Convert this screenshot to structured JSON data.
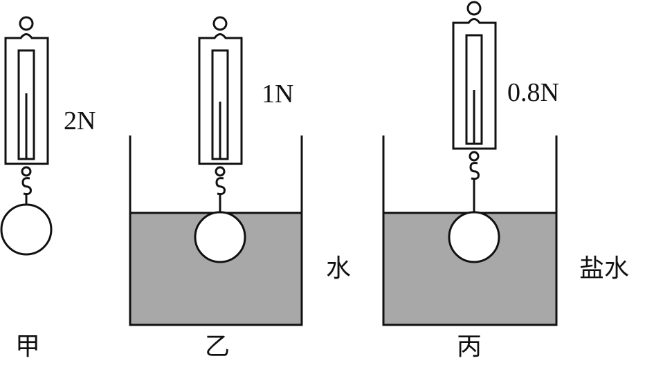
{
  "panels": [
    {
      "id": "jia",
      "caption": "甲",
      "reading": "2N",
      "liquid": ""
    },
    {
      "id": "yi",
      "caption": "乙",
      "reading": "1N",
      "liquid": "水"
    },
    {
      "id": "bing",
      "caption": "丙",
      "reading": "0.8N",
      "liquid": "盐水"
    }
  ],
  "colors": {
    "line": "#111111",
    "liquid": "#a8a8a8",
    "ball": "#ffffff"
  }
}
